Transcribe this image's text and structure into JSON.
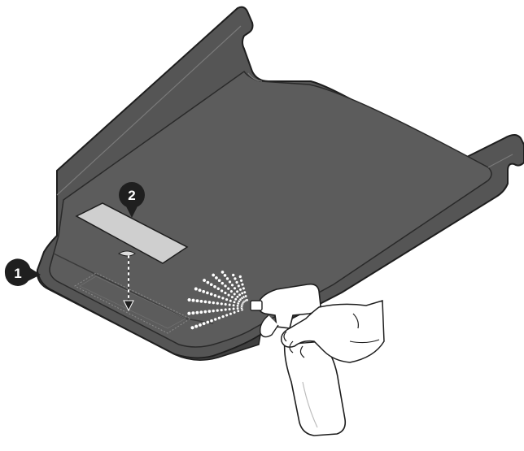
{
  "callouts": [
    {
      "label": "1",
      "target": "tray-front-edge"
    },
    {
      "label": "2",
      "target": "adhesive-pad"
    }
  ],
  "colors": {
    "tray": "#5a5a5a",
    "tray_dark": "#4b4b4b",
    "tray_rim": "#6b6b6b",
    "outline": "#1e1e1e",
    "pad": "#cfcfcf",
    "spray": "#ffffff",
    "badge": "#1f1f1f"
  },
  "icons": [
    "bottle-icon",
    "hand-icon",
    "spray-icon",
    "arrow-down-icon"
  ]
}
